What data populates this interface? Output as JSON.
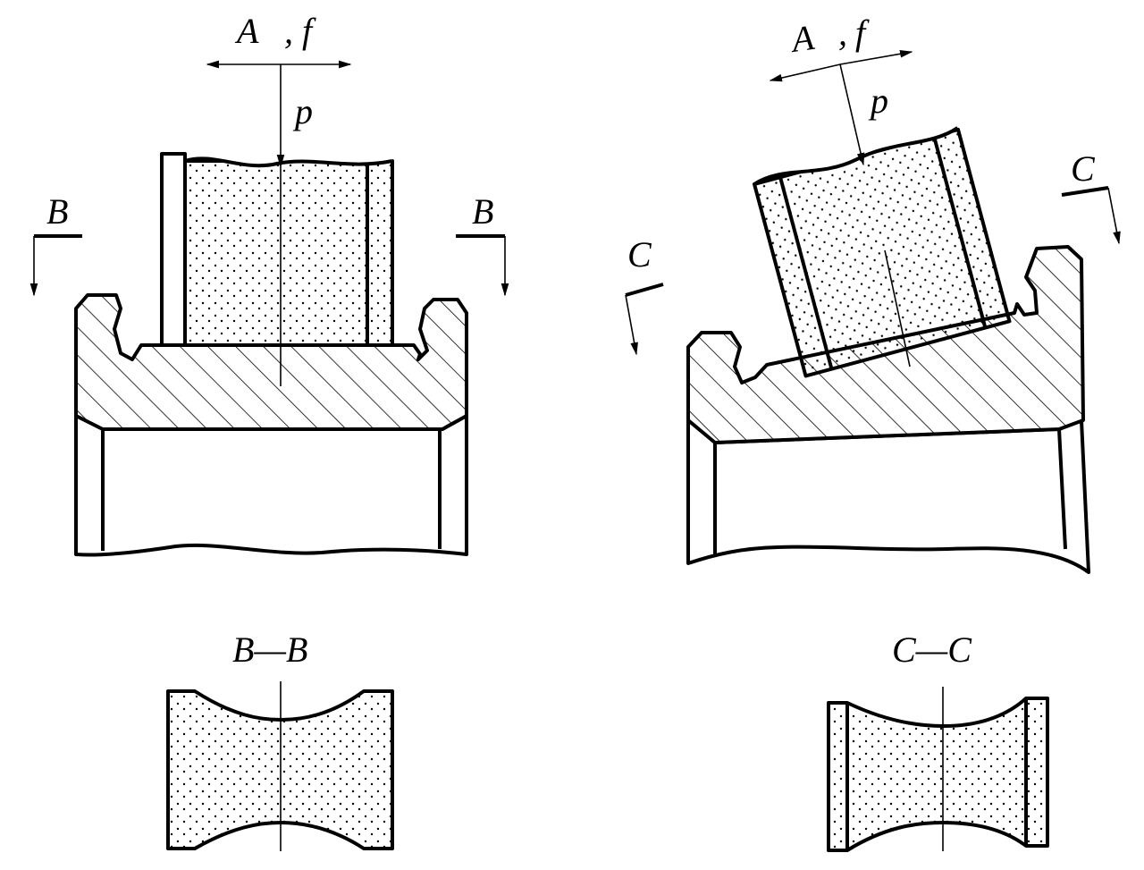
{
  "labels": {
    "left_force": {
      "A": "A",
      "comma": ",",
      "f": "f",
      "p": "p"
    },
    "right_force": {
      "A": "A",
      "comma": ",",
      "f": "f",
      "p": "p"
    },
    "section_B_left": "B",
    "section_B_right": "B",
    "section_C_left": "C",
    "section_C_right": "C",
    "section_BB_title": "B—B",
    "section_CC_title": "C—C"
  },
  "colors": {
    "line": "#000000",
    "background": "#ffffff"
  }
}
